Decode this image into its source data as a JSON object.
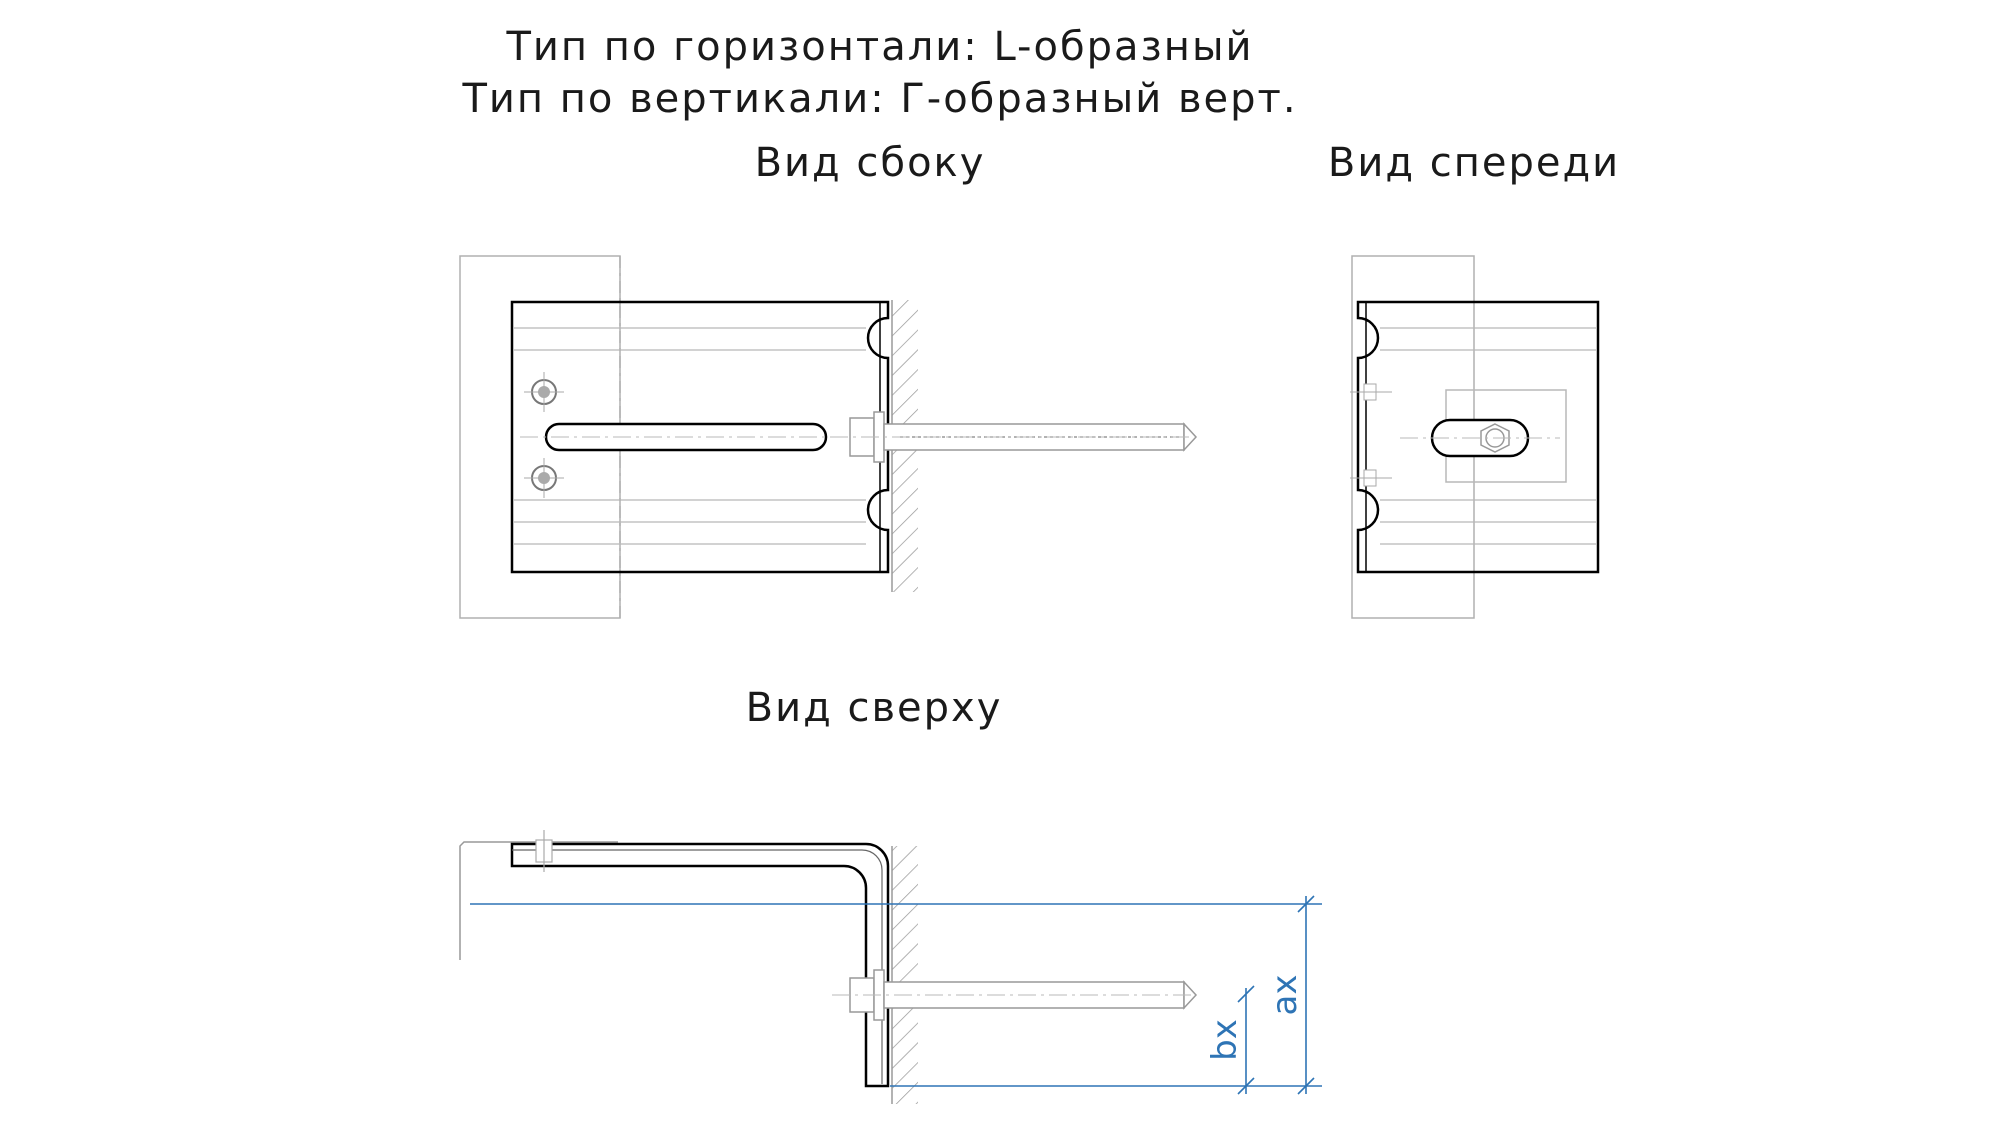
{
  "header": {
    "horizontal_type": "Тип по горизонтали: L-образный",
    "vertical_type": "Тип по вертикали: Г-образный верт."
  },
  "views": {
    "side": "Вид сбоку",
    "front": "Вид спереди",
    "top": "Вид сверху"
  },
  "dimensions": {
    "a": "ax",
    "b": "bx"
  },
  "colors": {
    "line": "#000000",
    "thin": "#9a9a9a",
    "dimension": "#2e74b5"
  }
}
